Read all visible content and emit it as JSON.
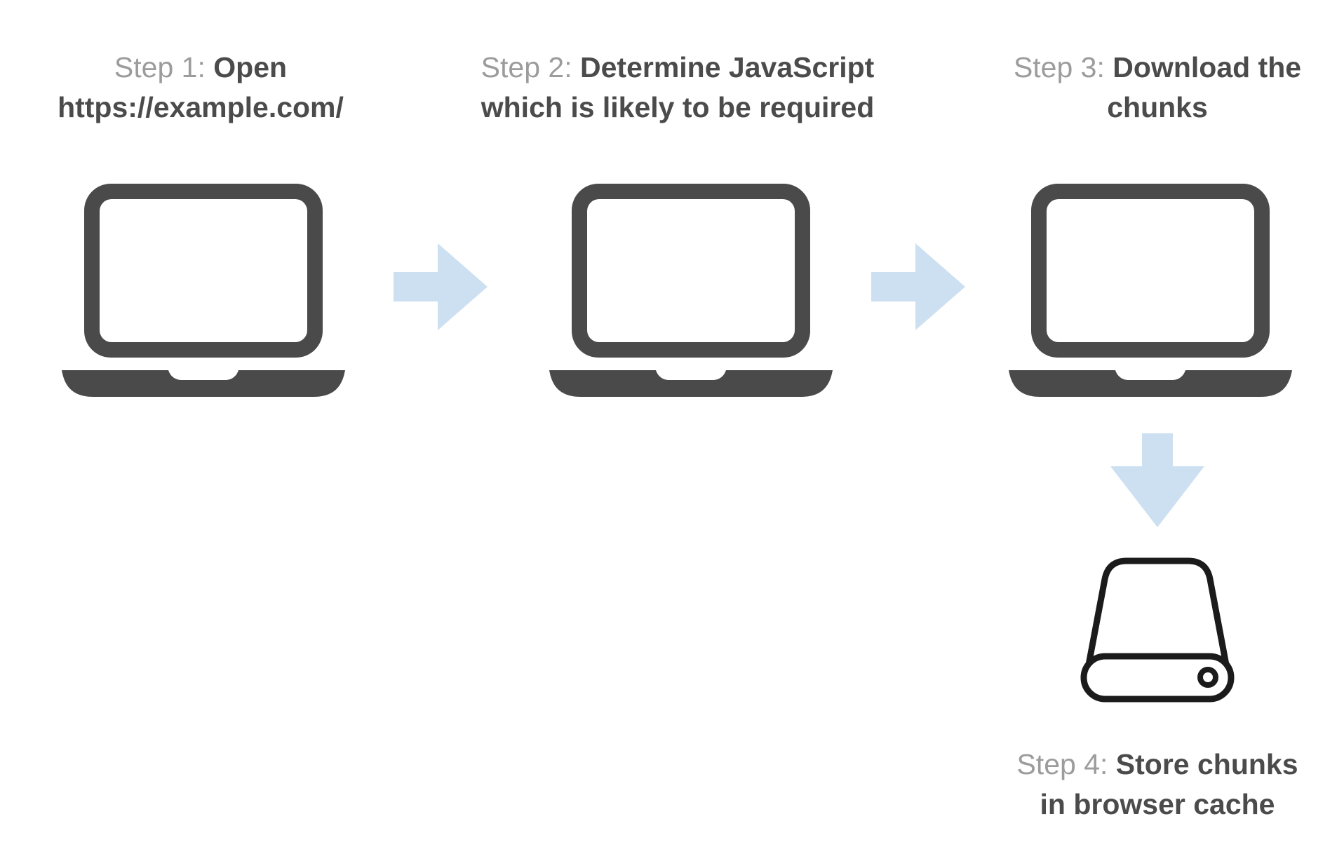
{
  "colors": {
    "step_label_gray": "#9c9c9c",
    "step_text_dark": "#4b4b4b",
    "laptop_gray": "#4a4a4a",
    "arrow_blue": "#cde0f1",
    "drive_outline": "#1b1b1b"
  },
  "steps": [
    {
      "label": "Step 1:",
      "line1": "Open",
      "line2": "https://example.com/",
      "icon": "laptop-icon"
    },
    {
      "label": "Step 2:",
      "line1": "Determine JavaScript",
      "line2": "which is likely to be required",
      "icon": "laptop-icon"
    },
    {
      "label": "Step 3:",
      "line1": "Download the",
      "line2": "chunks",
      "icon": "laptop-icon"
    },
    {
      "label": "Step 4:",
      "line1": "Store chunks",
      "line2": "in browser cache",
      "icon": "hard-drive-icon"
    }
  ],
  "arrows": [
    {
      "name": "arrow-step1-to-step2",
      "direction": "right"
    },
    {
      "name": "arrow-step2-to-step3",
      "direction": "right"
    },
    {
      "name": "arrow-step3-to-step4",
      "direction": "down"
    }
  ]
}
